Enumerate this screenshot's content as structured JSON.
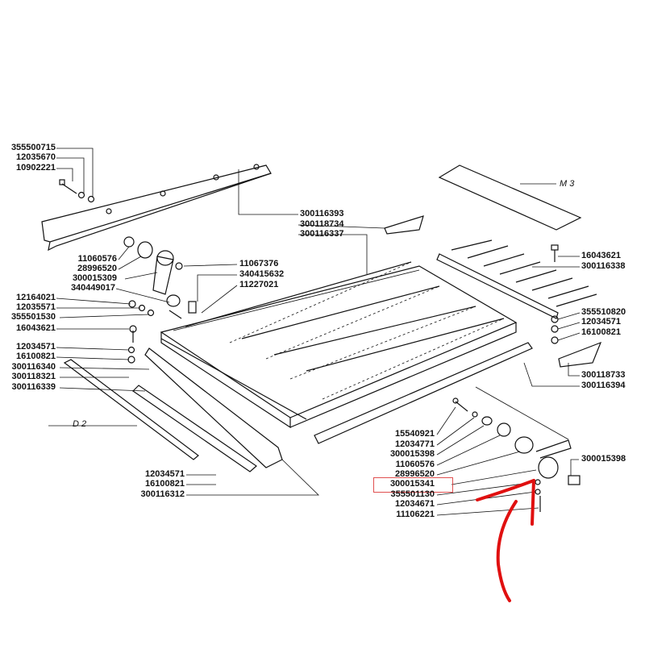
{
  "title_refs": {
    "m3": "M 3",
    "d2": "D 2"
  },
  "labels_top_left": [
    "355500715",
    "12035670",
    "10902221"
  ],
  "labels_arm_left": [
    "11060576",
    "28996520",
    "300015309",
    "340449017"
  ],
  "labels_arm_right": [
    "11067376",
    "340415632",
    "11227021"
  ],
  "labels_left_mid": [
    "12164021",
    "12035571",
    "355501530",
    "16043621"
  ],
  "labels_left_low": [
    "12034571",
    "16100821",
    "300116340",
    "300118321",
    "300116339"
  ],
  "labels_center_top": [
    "300116393",
    "300118734",
    "300116337"
  ],
  "labels_right_top": [
    "16043621",
    "300116338"
  ],
  "labels_right_mid": [
    "355510820",
    "12034571",
    "16100821"
  ],
  "labels_right_low": [
    "300118733",
    "300116394"
  ],
  "labels_bottom_left": [
    "12034571",
    "16100821",
    "300116312"
  ],
  "labels_bottom_right": [
    "15540921",
    "12034771",
    "300015398",
    "11060576",
    "28996520",
    "300015341",
    "355501130",
    "12034671",
    "11106221"
  ],
  "label_far_right": "300015398",
  "colors": {
    "ink": "#111111",
    "highlight_box": "#e05050",
    "annotation": "#e01010"
  }
}
